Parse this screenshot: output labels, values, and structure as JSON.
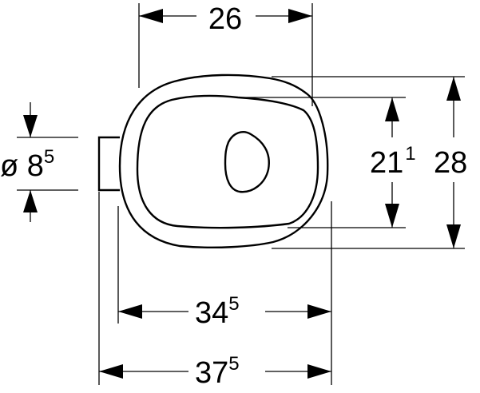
{
  "drawing": {
    "dimensions": {
      "top_width": {
        "main": "26",
        "sup": ""
      },
      "outlet_diameter": {
        "main": "ø 8",
        "sup": "5"
      },
      "inner_height": {
        "main": "21",
        "sup": "1"
      },
      "outer_height": {
        "main": "28",
        "sup": ""
      },
      "inner_length": {
        "main": "34",
        "sup": "5"
      },
      "overall_length": {
        "main": "37",
        "sup": "5"
      }
    }
  }
}
